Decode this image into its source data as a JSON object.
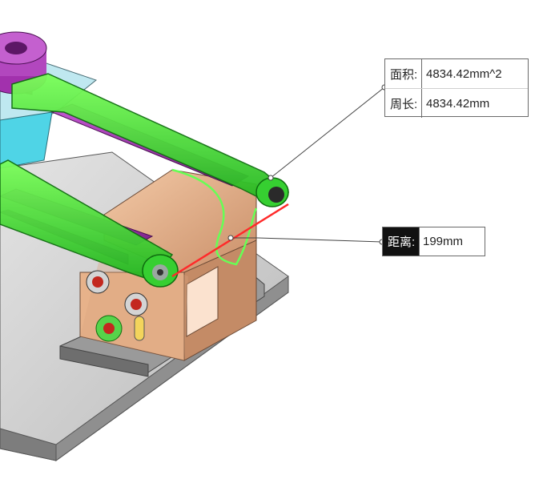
{
  "viewport": {
    "label": ""
  },
  "measurements": {
    "area_label": "面积:",
    "area_value": "4834.42mm^2",
    "perimeter_label": "周长:",
    "perimeter_value": "4834.42mm",
    "distance_label": "距离:",
    "distance_value": "199mm"
  },
  "colors": {
    "selection_highlight": "#22dd22",
    "rail_purple": "#9a2fa8",
    "block_tan": "#e8b48e",
    "plate_gray": "#cfcfcf",
    "measure_line_red": "#ff2a2a"
  }
}
